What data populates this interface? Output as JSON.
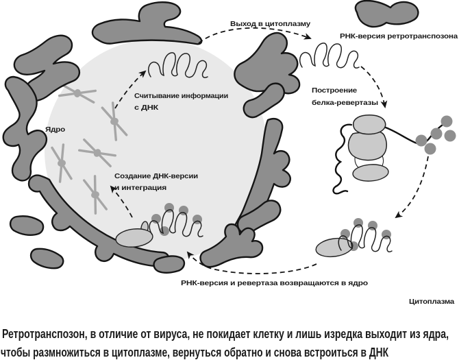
{
  "diagram": {
    "labels": {
      "exit_to_cytoplasm": "Выход в цитоплазму",
      "rna_version": "РНК-версия ретротранспозона",
      "reading_info_line1": "Считывание информации",
      "reading_info_line2": "с ДНК",
      "nucleus": "Ядро",
      "build_protein_line1": "Построение",
      "build_protein_line2": "белка-ревертазы",
      "create_dna_line1": "Создание ДНК-версии",
      "create_dna_line2": "и интеграция",
      "return_to_nucleus": "РНК-версия и ревертаза возвращаются в ядро",
      "cytoplasm": "Цитоплазма"
    },
    "colors": {
      "chromatin_fill": "#8e8e8e",
      "outline": "#151515",
      "nucleus_fill": "#e9e9e9",
      "chromosome": "#a6a6a6",
      "ribosome_fill": "#cacaca",
      "bead": "#8f8f8f",
      "text_color": "#1a1a1a"
    }
  },
  "caption": {
    "line1": "Ретротранспозон, в отличие от вируса, не покидает клетку и лишь изредка выходит из ядра,",
    "line2": "чтобы размножиться в цитоплазме, вернуться обратно и снова встроиться в ДНК"
  }
}
